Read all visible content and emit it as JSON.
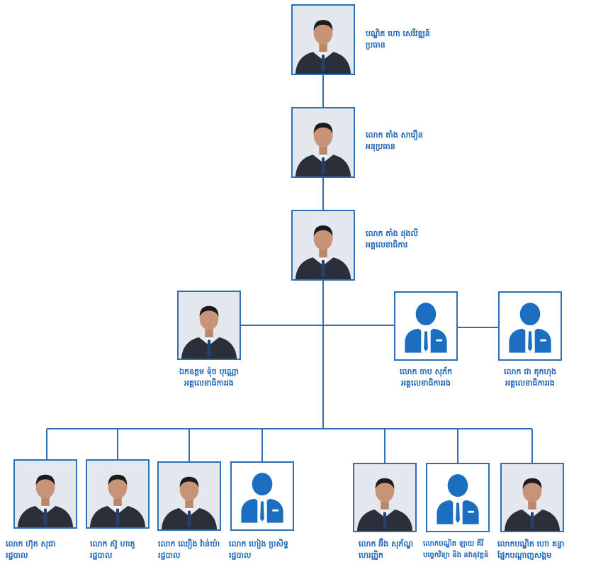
{
  "colors": {
    "line": "#2f6fb5",
    "text": "#1f66b8",
    "avatar": "#1c6fc0"
  },
  "people": [
    {
      "id": "president",
      "name": "បណ្ឌិត ហោ សេរីវឌ្ឍន៍",
      "role": "ប្រធាន",
      "photo": "portrait"
    },
    {
      "id": "vice-president",
      "name": "លោក តាំង សារឿន",
      "role": "អនុប្រធាន",
      "photo": "portrait"
    },
    {
      "id": "secretary-general",
      "name": "លោក តាំង ដុងលី",
      "role": "អគ្គលេខាធិការ",
      "photo": "portrait"
    },
    {
      "id": "deputy-sg-1",
      "name": "ឯកឧត្តម ទ៉ុច បុណ្ណោ",
      "role": "អគ្គលេខាធិការរង",
      "photo": "portrait"
    },
    {
      "id": "deputy-sg-2",
      "name": "លោក ចាប សុភ័ក",
      "role": "អគ្គលេខាធិការរង",
      "photo": "placeholder-avatar"
    },
    {
      "id": "deputy-sg-3",
      "name": "លោក ជា គុកហុង",
      "role": "អគ្គលេខាធិការរង",
      "photo": "placeholder-avatar"
    },
    {
      "id": "admin-1",
      "name": "លោក ហ៊ុត សុជា",
      "role": "រដ្ឋបាល",
      "photo": "portrait"
    },
    {
      "id": "admin-2",
      "name": "លោក ស៊ូ ហាតូ",
      "role": "រដ្ឋបាល",
      "photo": "portrait"
    },
    {
      "id": "admin-3",
      "name": "លោក ឈឿង វ៉ាន់យ៉ា",
      "role": "រដ្ឋបាល",
      "photo": "portrait"
    },
    {
      "id": "admin-4",
      "name": "លោក ហៀង ប្រសិទ្ធ",
      "role": "រដ្ឋបាល",
      "photo": "placeholder-avatar"
    },
    {
      "id": "treasurer",
      "name": "លោក អ៊ឹង សុភ័ណ្ឌ",
      "role": "ហេរញ្ញិក",
      "photo": "portrait"
    },
    {
      "id": "tech-program",
      "name": "លោកបណ្ឌិត ឡាយ គីរី",
      "role": "បច្ចេកវិទ្យា និង នវានុវត្តន៍",
      "photo": "placeholder-avatar"
    },
    {
      "id": "social-network",
      "name": "លោកបណ្ឌិត ហោ គន្ធា",
      "role": "ផ្នែកបណ្តាញសង្គម",
      "photo": "portrait"
    }
  ]
}
